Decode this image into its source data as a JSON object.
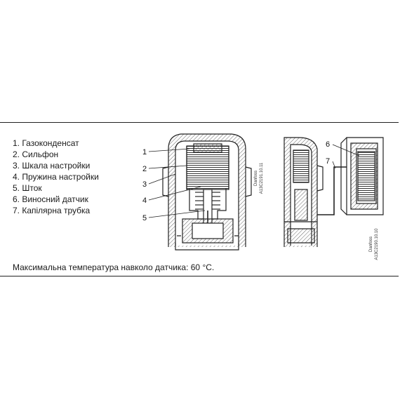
{
  "legend": {
    "items": [
      "1. Газоконденсат",
      "2. Сильфон",
      "3. Шкала настройки",
      "4. Пружина настройки",
      "5. Шток",
      "6. Виносний датчик",
      "7. Капілярна трубка"
    ]
  },
  "caption": "Максимальна температура навколо датчика: 60 °C.",
  "diagram_left": {
    "callouts": [
      "1",
      "2",
      "3",
      "4",
      "5"
    ],
    "stamp_line1": "Danfoss",
    "stamp_line2": "A13C2191.10.11"
  },
  "diagram_right": {
    "callouts": [
      "6",
      "7"
    ],
    "stamp_line1": "Danfoss",
    "stamp_line2": "A13C2190.10.10"
  },
  "colors": {
    "line": "#222222",
    "hatch": "#666666"
  }
}
